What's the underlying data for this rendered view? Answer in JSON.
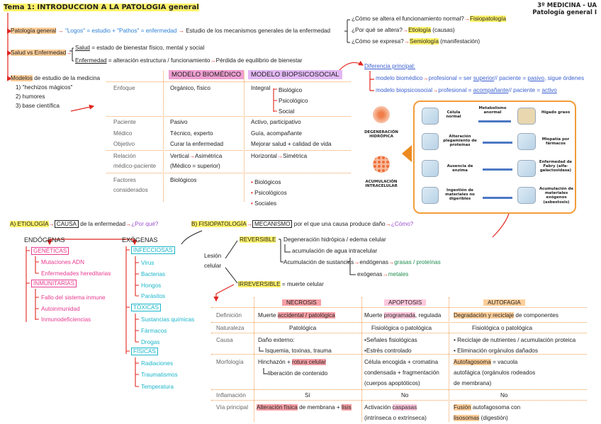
{
  "header": {
    "title": "Tema 1: INTRODUCCION A LA PATOLOGIA general",
    "course_line1": "3º MEDICINA - UA",
    "course_line2": "Patología general I"
  },
  "intro": {
    "pg_label": "Patología general",
    "pg_logos": "\"Logos\" = estudio + \"Pathos\" = enfermedad",
    "pg_result": "Estudio de los mecanismos generales de la enfermedad",
    "q1": "¿Cómo se altera el funcionamiento normal?",
    "q1_ans": "Fisiopatología",
    "q2": "¿Por qué se altera?",
    "q2_ans": "Etiología",
    "q2_extra": "(causas)",
    "q3": "¿Cómo se expresa?",
    "q3_ans": "Semiología",
    "q3_extra": "(manifestación)",
    "salud_label": "Salud vs Enfermedad",
    "salud_def_word": "Salud",
    "salud_def": "= estado de bienestar físico, mental y social",
    "enf_def_word": "Enfermedad",
    "enf_def": "= alteración estructura / funcionamiento",
    "enf_result": "Pérdida de equilibrio de bienestar",
    "modelos_label": "Modelos",
    "modelos_text": "de estudio de la medicina",
    "modelos_items": [
      "1) \"hechizos mágicos\"",
      "2) humores",
      "3) base científica"
    ]
  },
  "diferencia": {
    "title": "Diferencia principal:",
    "line1_a": "modelo biomédico",
    "line1_b": "profesional = ser",
    "line1_c": "superior",
    "line1_d": "// paciente =",
    "line1_e": "pasivo",
    "line1_f": ", sigue órdenes",
    "line2_a": "modelo biopsicosocial",
    "line2_b": "profesional = ",
    "line2_c": "acompañante",
    "line2_d": "// paciente = ",
    "line2_e": "activo"
  },
  "modelos_table": {
    "h1": "MODELO BIOMÉDICO",
    "h2": "MODELO BIOPSICOSOCIAL",
    "rows": [
      {
        "label": "Enfoque",
        "a": "Orgánico, físico",
        "b": "Integral"
      },
      {
        "label": "Paciente",
        "a": "Pasivo",
        "b": "Activo, participativo"
      },
      {
        "label": "Médico",
        "a": "Técnico, experto",
        "b": "Guía, acompañante"
      },
      {
        "label": "Objetivo",
        "a": "Curar la enfermedad",
        "b": "Mejorar salud + calidad de vida"
      },
      {
        "label": "Relación",
        "label2": "médico-paciente",
        "a": "Vertical",
        "a2": "Asimétrica",
        "a3": "(Médico = superior)",
        "b": "Horizontal",
        "b2": "Simétrica"
      },
      {
        "label": "Factores",
        "label2": "considerados",
        "a": "Biológicos"
      }
    ],
    "integral_items": [
      "Biológico",
      "Psicológico",
      "Social"
    ],
    "factores_b": [
      "Biológicos",
      "Psicológicos",
      "Sociales"
    ]
  },
  "figure": {
    "left_top": "DEGENERACIÓN HIDRÓPICA",
    "left_bottom": "ACUMULACIÓN INTRACELULAR",
    "col_head1": "Célula normal",
    "col_head2": "Metabolismo anormal",
    "col_head3": "Hígado graso",
    "row2_mid": "Alteración plegamiento de proteínas",
    "row2_right": "Miopatía por fármacos",
    "row3_mid": "Ausencia de enzima",
    "row3_right": "Enfermedad de Fabry (alfa-galactosidasa)",
    "row4_mid": "Ingestión de materiales no digeribles",
    "row4_right": "Acumulación de materiales exógenos (asbestosis)"
  },
  "etiologia": {
    "label": "A) ETIOLOGÍA",
    "causa": "CAUSA",
    "text": "de la enfermedad",
    "question": "¿Por qué?",
    "endogenas": "ENDÓGENAS",
    "exogenas": "EXÓGENAS",
    "geneticas": "GENÉTICAS",
    "geneticas_items": [
      "Mutaciones ADN",
      "Enfermedades hereditarias"
    ],
    "inmunitarias": "INMUNITARIAS",
    "inmunitarias_items": [
      "Fallo del sistema inmune",
      "Autoinmunidad",
      "Inmunodeficiencias"
    ],
    "infecciosas": "INFECCIOSAS",
    "infecciosas_items": [
      "Virus",
      "Bacterias",
      "Hongos",
      "Parásitos"
    ],
    "toxicas": "TÓXICAS",
    "toxicas_items": [
      "Sustancias químicas",
      "Fármacos",
      "Drogas"
    ],
    "fisicas": "FÍSICAS",
    "fisicas_items": [
      "Radiaciones",
      "Traumatismos",
      "Temperatura"
    ]
  },
  "fisiopatologia": {
    "label": "B) FISIOPATOLOGÍA",
    "mecanismo": "MECANISMO",
    "text": "por el que una causa produce daño",
    "question": "¿Cómo?",
    "lesion": "Lesión",
    "celular": "celular",
    "reversible": "REVERSIBLE",
    "rev_item1": "Degeneración hidrópica / edema celular",
    "rev_item1_sub": "acumulación de agua intracelular",
    "rev_item2": "Acumulación de sustancias",
    "rev_endo": "endógenas",
    "rev_endo_ex": "grasas / proteínas",
    "rev_exo": "exógenas",
    "rev_exo_ex": "metales",
    "irreversible": "IRREVERSIBLE",
    "irrev_text": "= muerte celular"
  },
  "muerte_table": {
    "headers": [
      "NECROSIS",
      "APOPTOSIS",
      "AUTOFAGIA"
    ],
    "rows": [
      {
        "label": "Definición",
        "a_pre": "Muerte ",
        "a_hl": "accidental / patológica",
        "b_pre": "Muerte ",
        "b_hl": "programada",
        "b_post": ", regulada",
        "c_hl": "Degradación y reciclaje",
        "c_post": " de componentes"
      },
      {
        "label": "Naturaleza",
        "a": "Patológica",
        "b": "Fisiológica o patológica",
        "c": "Fisiológica o patológica"
      },
      {
        "label": "Causa",
        "a": "Daño externo:",
        "a2": "Isquemia, toxinas, trauma",
        "b": "•Señales fisiológicas",
        "b2": "•Estrés controlado",
        "c": "• Reciclaje de nutrientes / acumulación proteica",
        "c2": "• Eliminación orgánulos dañados"
      },
      {
        "label": "Morfología",
        "a_pre": "Hinchazón + ",
        "a_hl": "rotura celular",
        "a2": "liberación de contenido",
        "b": "Célula encogida + cromatina",
        "b2": "condensada + fragmentación",
        "b3": "(cuerpos apoptóticos)",
        "c_hl": "Autofagosoma",
        "c_post": " = vacuola",
        "c2": "autofágica (orgánulos rodeados",
        "c3": "de membrana)"
      },
      {
        "label": "Inflamación",
        "a": "Sí",
        "b": "No",
        "c": "No"
      },
      {
        "label": "Vía principal",
        "a_hl": "Alteración física",
        "a_mid": " de membrana + ",
        "a_hl2": "lisis",
        "b_pre": "Activación ",
        "b_hl": "caspasas",
        "b2": "(intrínseca o extrínseca)",
        "c_hl": "Fusión",
        "c_post": " autofagosoma con",
        "c2_hl": "lisosomas",
        "c2_post": " (digestión)"
      }
    ]
  }
}
